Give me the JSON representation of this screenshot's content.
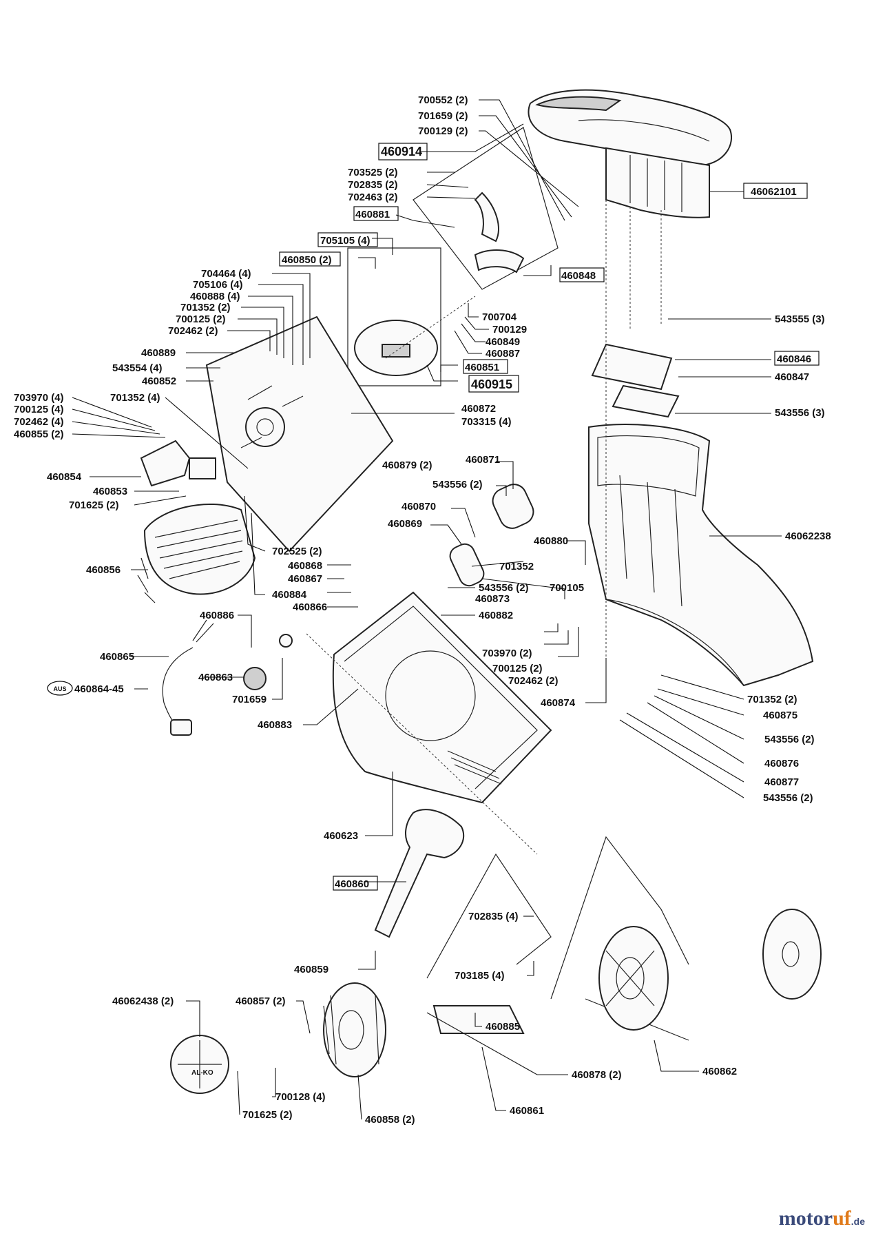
{
  "diagram": {
    "labels": [
      {
        "id": "l01",
        "text": "700552 (2)"
      },
      {
        "id": "l02",
        "text": "701659 (2)"
      },
      {
        "id": "l03",
        "text": "700129 (2)"
      },
      {
        "id": "l04",
        "text": "460914"
      },
      {
        "id": "l05",
        "text": "46062101"
      },
      {
        "id": "l06",
        "text": "703525 (2)"
      },
      {
        "id": "l07",
        "text": "702835 (2)"
      },
      {
        "id": "l08",
        "text": "702463 (2)"
      },
      {
        "id": "l09",
        "text": "460881"
      },
      {
        "id": "l10",
        "text": "705105 (4)"
      },
      {
        "id": "l11",
        "text": "460850 (2)"
      },
      {
        "id": "l12",
        "text": "460848"
      },
      {
        "id": "l13",
        "text": "704464 (4)"
      },
      {
        "id": "l14",
        "text": "705106 (4)"
      },
      {
        "id": "l15",
        "text": "460888 (4)"
      },
      {
        "id": "l16",
        "text": "701352 (2)"
      },
      {
        "id": "l17",
        "text": "700125 (2)"
      },
      {
        "id": "l18",
        "text": "702462 (2)"
      },
      {
        "id": "l19",
        "text": "700704"
      },
      {
        "id": "l20",
        "text": "700129"
      },
      {
        "id": "l21",
        "text": "460849"
      },
      {
        "id": "l22",
        "text": "460887"
      },
      {
        "id": "l23",
        "text": "543555 (3)"
      },
      {
        "id": "l24",
        "text": "460889"
      },
      {
        "id": "l25",
        "text": "543554 (4)"
      },
      {
        "id": "l26",
        "text": "460852"
      },
      {
        "id": "l27",
        "text": "460851"
      },
      {
        "id": "l28",
        "text": "460915"
      },
      {
        "id": "l29",
        "text": "460846"
      },
      {
        "id": "l30",
        "text": "460847"
      },
      {
        "id": "l31",
        "text": "703970 (4)"
      },
      {
        "id": "l32",
        "text": "701352 (4)"
      },
      {
        "id": "l33",
        "text": "700125 (4)"
      },
      {
        "id": "l34",
        "text": "702462 (4)"
      },
      {
        "id": "l35",
        "text": "460855 (2)"
      },
      {
        "id": "l36",
        "text": "460872"
      },
      {
        "id": "l37",
        "text": "703315 (4)"
      },
      {
        "id": "l38",
        "text": "543556 (3)"
      },
      {
        "id": "l39",
        "text": "460879 (2)"
      },
      {
        "id": "l40",
        "text": "460871"
      },
      {
        "id": "l41",
        "text": "460854"
      },
      {
        "id": "l42",
        "text": "543556 (2)"
      },
      {
        "id": "l43",
        "text": "460853"
      },
      {
        "id": "l44",
        "text": "701625 (2)"
      },
      {
        "id": "l45",
        "text": "460870"
      },
      {
        "id": "l46",
        "text": "460869"
      },
      {
        "id": "l47",
        "text": "46062238"
      },
      {
        "id": "l48",
        "text": "460880"
      },
      {
        "id": "l49",
        "text": "702525 (2)"
      },
      {
        "id": "l50",
        "text": "460868"
      },
      {
        "id": "l51",
        "text": "701352"
      },
      {
        "id": "l52",
        "text": "460856"
      },
      {
        "id": "l53",
        "text": "460867"
      },
      {
        "id": "l54",
        "text": "543556 (2)"
      },
      {
        "id": "l55",
        "text": "700105"
      },
      {
        "id": "l56",
        "text": "460884"
      },
      {
        "id": "l57",
        "text": "460873"
      },
      {
        "id": "l58",
        "text": "460866"
      },
      {
        "id": "l59",
        "text": "460882"
      },
      {
        "id": "l60",
        "text": "460886"
      },
      {
        "id": "l61",
        "text": "703970 (2)"
      },
      {
        "id": "l62",
        "text": "460865"
      },
      {
        "id": "l63",
        "text": "700125 (2)"
      },
      {
        "id": "l64",
        "text": "702462 (2)"
      },
      {
        "id": "l65",
        "text": "460863"
      },
      {
        "id": "l66",
        "text": "460864-45"
      },
      {
        "id": "l67",
        "text": "460874"
      },
      {
        "id": "l68",
        "text": "701352 (2)"
      },
      {
        "id": "l69",
        "text": "701659"
      },
      {
        "id": "l70",
        "text": "460875"
      },
      {
        "id": "l71",
        "text": "460883"
      },
      {
        "id": "l72",
        "text": "543556 (2)"
      },
      {
        "id": "l73",
        "text": "460876"
      },
      {
        "id": "l74",
        "text": "460877"
      },
      {
        "id": "l75",
        "text": "543556 (2)"
      },
      {
        "id": "l76",
        "text": "460623"
      },
      {
        "id": "l77",
        "text": "460860"
      },
      {
        "id": "l78",
        "text": "702835 (4)"
      },
      {
        "id": "l79",
        "text": "460859"
      },
      {
        "id": "l80",
        "text": "703185 (4)"
      },
      {
        "id": "l81",
        "text": "46062438 (2)"
      },
      {
        "id": "l82",
        "text": "460857 (2)"
      },
      {
        "id": "l83",
        "text": "460885"
      },
      {
        "id": "l84",
        "text": "460862"
      },
      {
        "id": "l85",
        "text": "460878 (2)"
      },
      {
        "id": "l86",
        "text": "700128 (4)"
      },
      {
        "id": "l87",
        "text": "701625 (2)"
      },
      {
        "id": "l88",
        "text": "460858 (2)"
      },
      {
        "id": "l89",
        "text": "460861"
      }
    ],
    "badges": {
      "aus": "AUS",
      "wheel_logo": "AL-KO"
    }
  },
  "brand": {
    "name_main": "motor",
    "name_accent": "uf",
    "tld": ".de"
  }
}
